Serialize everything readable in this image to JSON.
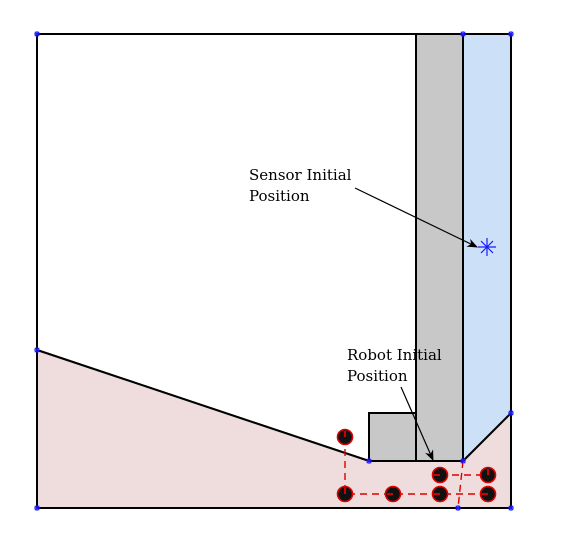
{
  "annotations": {
    "sensor": {
      "line1": "Sensor Initial",
      "line2": "Position"
    },
    "robot": {
      "line1": "Robot Initial",
      "line2": "Position"
    }
  },
  "colors": {
    "floor_region": "#efdcdc",
    "wall_region": "#c8c8c8",
    "sensor_region": "#cce0f7",
    "outline": "#000000",
    "vertex_marker": "#1a1aff",
    "robot_path": "#e00000",
    "robot_node_ring": "#e00000",
    "robot_node_fill": "#111111"
  },
  "icons": {
    "sensor_marker": "asterisk",
    "vertex_marker": "cross-dot",
    "robot_node": "half-circle-disc"
  }
}
